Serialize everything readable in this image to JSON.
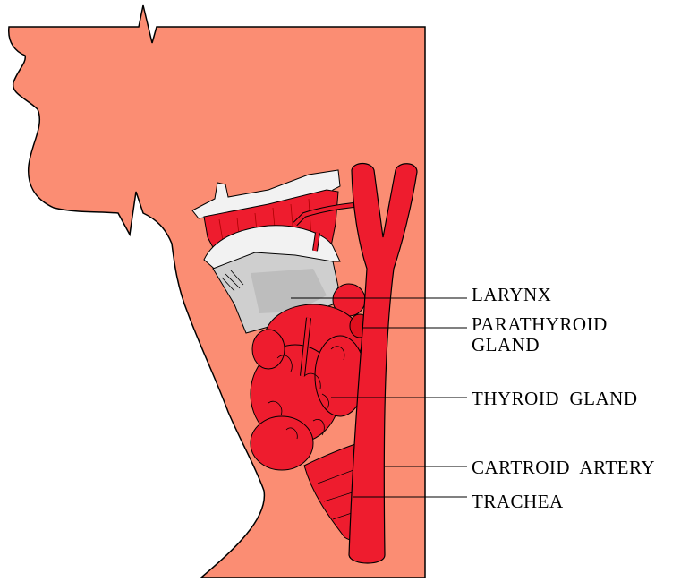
{
  "title": "Neck anatomy: thyroid and surrounding structures",
  "labels": {
    "larynx": "LARYNX",
    "parathyroid_line1": "PARATHYROID",
    "parathyroid_line2": "GLAND",
    "thyroid": "THYROID  GLAND",
    "artery": "CARTROID  ARTERY",
    "trachea": "TRACHEA"
  },
  "colors": {
    "skin": "#fb8d73",
    "red": "#ee1c2e",
    "cartilage": "#cfcfcf",
    "white": "#f2f2f2"
  }
}
